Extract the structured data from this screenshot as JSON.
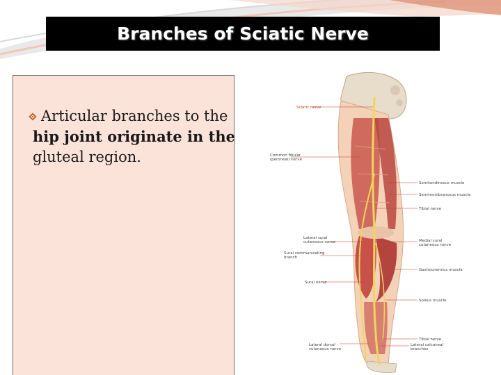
{
  "slide": {
    "title": "Branches of Sciatic Nerve",
    "bullet": {
      "segments": [
        {
          "text": "Articular branches to the ",
          "bold": false
        },
        {
          "text": "hip joint originate in the",
          "bold": true
        },
        {
          "text": " gluteal region.",
          "bold": false
        }
      ]
    }
  },
  "figure": {
    "labels": {
      "sciatic": "Sciatic nerve",
      "peroneal_1": "Common fibular",
      "peroneal_2": "(peroneal) nerve",
      "semitendinosus": "Semitendinosus muscle",
      "semimembranosus": "Semimembranosus muscle",
      "tibial_upper": "Tibial nerve",
      "lat_sural_1": "Lateral sural",
      "lat_sural_2": "cutaneous nerve",
      "medial_sural_1": "Medial sural",
      "medial_sural_2": "cutaneous nerve",
      "sural_comm_1": "Sural communicating",
      "sural_comm_2": "branch",
      "gastrocnemius": "Gastrocnemius muscle",
      "sural": "Sural nerve",
      "soleus": "Soleus muscle",
      "tibial_lower": "Tibial nerve",
      "lat_dorsal_1": "Lateral dorsal",
      "lat_dorsal_2": "cutaneous nerve",
      "lat_calcaneal_1": "Lateral calcaneal",
      "lat_calcaneal_2": "branches"
    },
    "icon": "leg-anatomy-illustration"
  },
  "theme": {
    "title_bg": "#000000",
    "content_bg": "#fbe3d9",
    "accent": "#c7652b"
  }
}
